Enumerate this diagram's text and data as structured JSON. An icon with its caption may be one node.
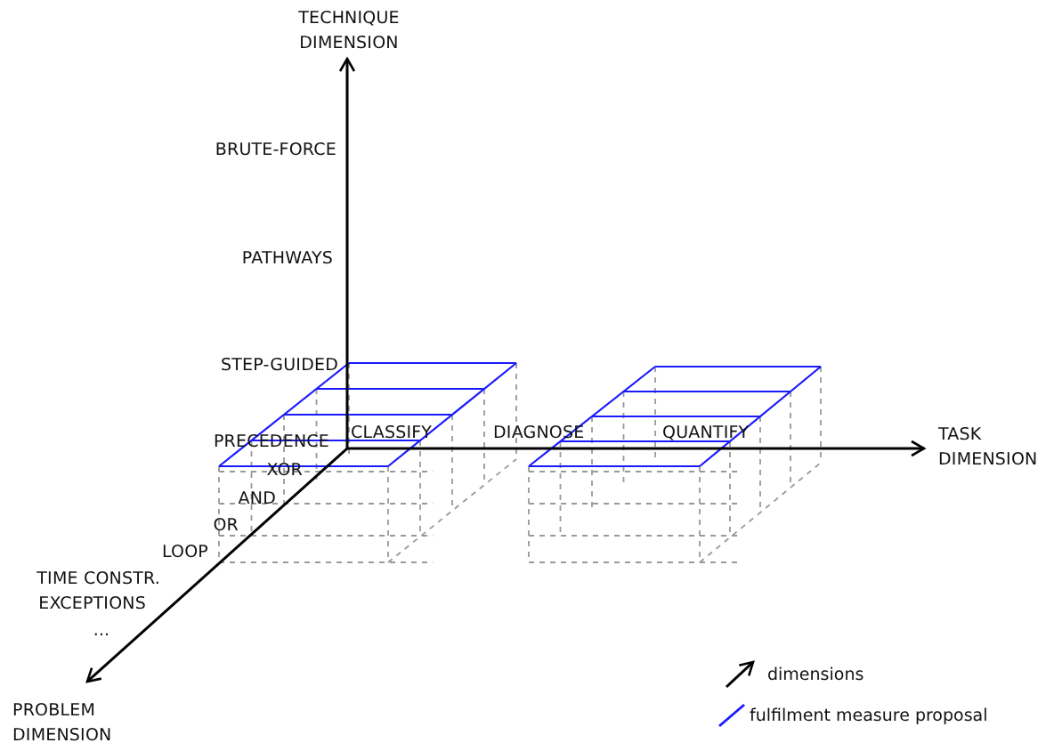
{
  "diagram": {
    "labels": [
      "TECHNIQUE DIMENSION",
      "BRUTE-FORCE",
      "PATHWAYS",
      "STEP-GUIDED",
      "PRECEDENCE",
      "CLASSIFY",
      "DIAGNOSE",
      "QUANTIFY",
      "TASK DIMENSION",
      "XOR",
      "AND",
      "OR",
      "LOOP",
      "TIME CONSTR.",
      "EXCEPTIONS",
      "...",
      "PROBLEM DIMENSION"
    ],
    "legend": [
      {
        "text": "dimensions"
      },
      {
        "text": "fulfilment measure proposal"
      }
    ]
  }
}
